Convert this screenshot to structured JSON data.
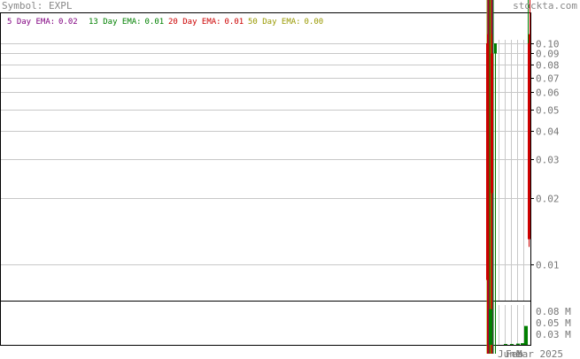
{
  "header": {
    "symbol_label": "Symbol: EXPL",
    "brand": "stockta.com"
  },
  "legend": [
    {
      "label": "5 Day EMA:",
      "value": "0.02",
      "color": "#800080"
    },
    {
      "label": "13 Day EMA:",
      "value": "0.01",
      "color": "#008000"
    },
    {
      "label": "20 Day EMA:",
      "value": "0.01",
      "color": "#cc0000"
    },
    {
      "label": "50 Day EMA:",
      "value": "0.00",
      "color": "#999900"
    }
  ],
  "colors": {
    "grid": "#c8c8c8",
    "border": "#000000",
    "axis_text": "#777777",
    "up": "#008000",
    "down": "#cc0000",
    "header_text": "#888888"
  },
  "chart_data": {
    "type": "candlestick",
    "price_scale": "log",
    "price_ticks": [
      "0.10",
      "0.09",
      "0.08",
      "0.07",
      "0.06",
      "0.05",
      "0.04",
      "0.03",
      "0.02",
      "0.01"
    ],
    "volume_ticks": [
      "0.08 M",
      "0.05 M",
      "0.03 M"
    ],
    "x_labels": [
      "June",
      "Feb",
      "Mar 2025"
    ],
    "candles": [
      {
        "open": 0.0085,
        "close": 0.1,
        "high": 0.11,
        "low": 0.0035,
        "color": "down"
      },
      {
        "open": 0.09,
        "close": 0.021,
        "high": 0.11,
        "low": 0.0035,
        "color": "down"
      },
      {
        "open": 0.1,
        "close": 0.09,
        "high": 0.1,
        "low": 0.0035,
        "color": "up"
      },
      {
        "open": 0.1,
        "close": 0.013,
        "high": 0.11,
        "low": 0.012,
        "color": "down"
      }
    ],
    "ema": [
      {
        "name": "5 Day EMA",
        "color": "#800080"
      },
      {
        "name": "13 Day EMA",
        "color": "#008000"
      },
      {
        "name": "20 Day EMA",
        "color": "#cc0000"
      },
      {
        "name": "50 Day EMA",
        "color": "#999900"
      }
    ],
    "volume_m": [
      0.085,
      0.0,
      0.0,
      0.002,
      0.002,
      0.003,
      0.004,
      0.045
    ]
  }
}
